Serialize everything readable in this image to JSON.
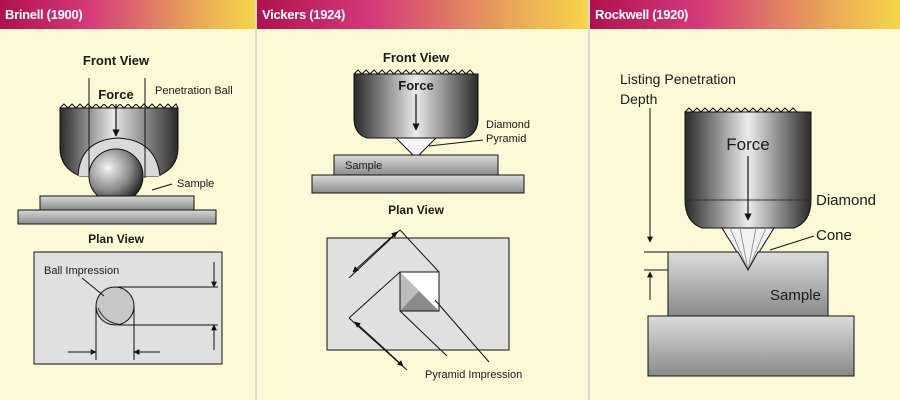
{
  "brinell": {
    "title": "Brinell (1900)",
    "front_view": "Front View",
    "force": "Force",
    "penetration_ball": "Penetration Ball",
    "sample": "Sample",
    "plan_view": "Plan View",
    "ball_impression": "Ball Impression"
  },
  "vickers": {
    "title": "Vickers (1924)",
    "front_view": "Front View",
    "force": "Force",
    "diamond": "Diamond",
    "pyramid": "Pyramid",
    "sample": "Sample",
    "plan_view": "Plan View",
    "pyramid_impression": "Pyramid Impression"
  },
  "rockwell": {
    "title": "Rockwell (1920)",
    "listing_line1": "Listing Penetration",
    "listing_line2": "Depth",
    "force": "Force",
    "diamond": "Diamond",
    "cone": "Cone",
    "sample": "Sample"
  },
  "colors": {
    "panel_bg": "#fcf9d6",
    "header_start": "#b01050",
    "header_end": "#f6d64a"
  }
}
